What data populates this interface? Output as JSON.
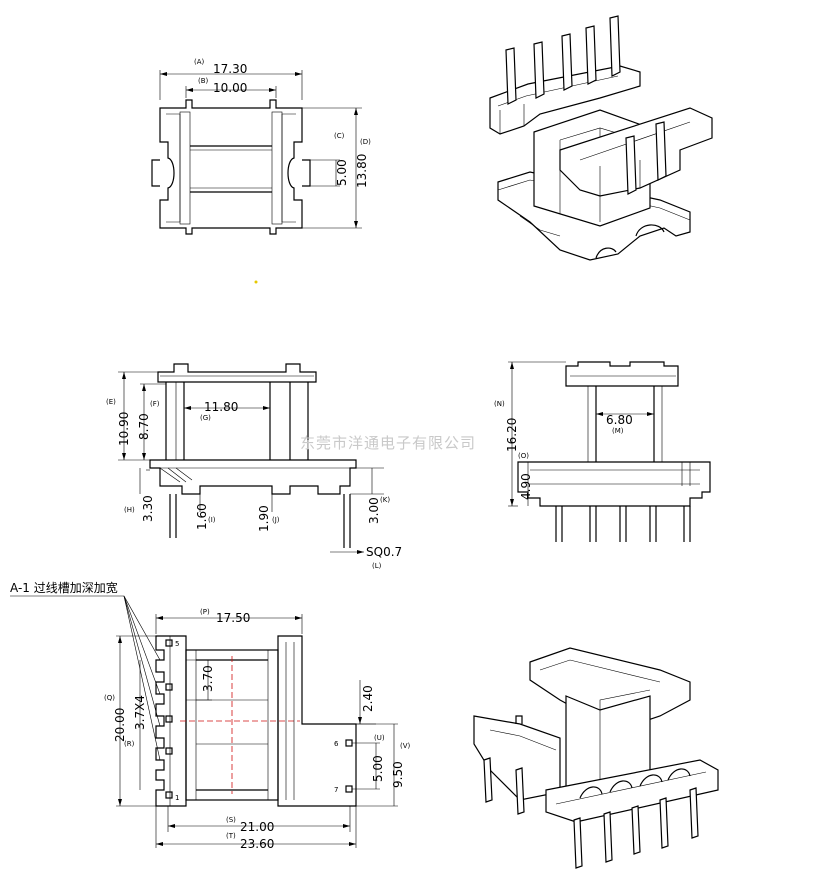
{
  "watermark": "东莞市洋通电子有限公司",
  "note": {
    "label": "A-1 过线槽加深加宽"
  },
  "top_view": {
    "dims": [
      {
        "ref": "(A)",
        "value": "17.30"
      },
      {
        "ref": "(B)",
        "value": "10.00"
      },
      {
        "ref": "(C)",
        "value": "5.00"
      },
      {
        "ref": "(D)",
        "value": "13.80"
      }
    ]
  },
  "front_view": {
    "dims": [
      {
        "ref": "(E)",
        "value": "10.90"
      },
      {
        "ref": "(F)",
        "value": "8.70"
      },
      {
        "ref": "(G)",
        "value": "11.80"
      },
      {
        "ref": "(H)",
        "value": "3.30"
      },
      {
        "ref": "(I)",
        "value": "1.60"
      },
      {
        "ref": "(J)",
        "value": "1.90"
      },
      {
        "ref": "(K)",
        "value": "3.00"
      },
      {
        "ref": "(L)",
        "value": "SQ0.7"
      }
    ]
  },
  "side_view": {
    "dims": [
      {
        "ref": "(N)",
        "value": "16.20"
      },
      {
        "ref": "(M)",
        "value": "6.80"
      },
      {
        "ref": "(O)",
        "value": "4.90"
      }
    ]
  },
  "bottom_view": {
    "dims": [
      {
        "ref": "(P)",
        "value": "17.50"
      },
      {
        "ref": "",
        "value": "3.70"
      },
      {
        "ref": "(Q)",
        "value": "20.00"
      },
      {
        "ref": "(R)",
        "value": "3.7X4"
      },
      {
        "ref": "",
        "value": "2.40"
      },
      {
        "ref": "(U)",
        "value": "5.00"
      },
      {
        "ref": "(V)",
        "value": "9.50"
      },
      {
        "ref": "(S)",
        "value": "21.00"
      },
      {
        "ref": "(T)",
        "value": "23.60"
      }
    ],
    "pins": [
      "1",
      "5",
      "6",
      "7"
    ]
  }
}
